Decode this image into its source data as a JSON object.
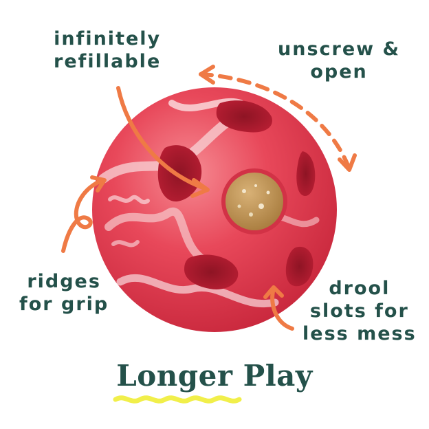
{
  "product": {
    "headline": "Longer Play",
    "callouts": {
      "refill": [
        "infinitely",
        "refillable"
      ],
      "unscrew": [
        "unscrew &",
        "open"
      ],
      "ridges": [
        "ridges",
        "for grip"
      ],
      "drool": [
        "drool",
        "slots for",
        "less mess"
      ]
    }
  },
  "colors": {
    "text": "#24514a",
    "arrow": "#ef7a45",
    "ball": "#e8404f",
    "ball_highlight": "#f6c9cc",
    "treat": "#c9a063",
    "underline": "#f1ef4a"
  },
  "icons": {
    "arrows": "hand-drawn-orange-arrow-icon",
    "underline": "yellow-squiggle-icon"
  }
}
